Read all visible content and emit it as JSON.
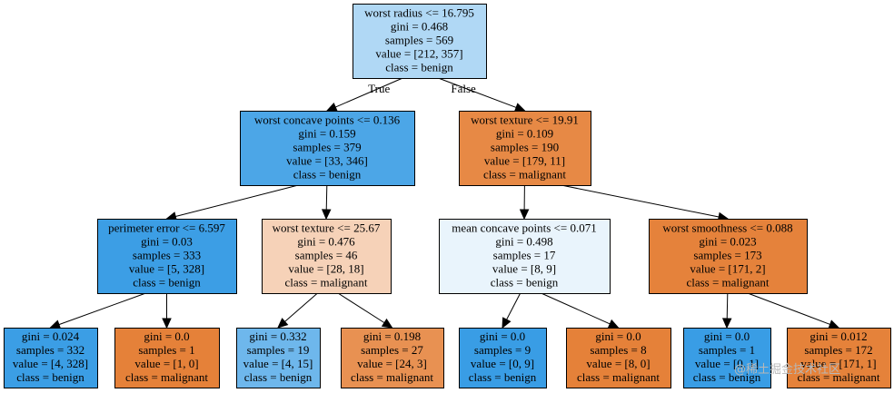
{
  "nodes": [
    {
      "id": "n0",
      "lines": [
        "worst radius <= 16.795",
        "gini = 0.468",
        "samples = 569",
        "value = [212, 357]",
        "class = benign"
      ],
      "fill": "#b0d8f5"
    },
    {
      "id": "n1",
      "lines": [
        "worst concave points <= 0.136",
        "gini = 0.159",
        "samples = 379",
        "value = [33, 346]",
        "class = benign"
      ],
      "fill": "#4ca6e7"
    },
    {
      "id": "n2",
      "lines": [
        "worst texture <= 19.91",
        "gini = 0.109",
        "samples = 190",
        "value = [179, 11]",
        "class = malignant"
      ],
      "fill": "#e78945"
    },
    {
      "id": "n3",
      "lines": [
        "perimeter error <= 6.597",
        "gini = 0.03",
        "samples = 333",
        "value = [5, 328]",
        "class = benign"
      ],
      "fill": "#3c9ee5"
    },
    {
      "id": "n4",
      "lines": [
        "worst texture <= 25.67",
        "gini = 0.476",
        "samples = 46",
        "value = [28, 18]",
        "class = malignant"
      ],
      "fill": "#f6d2b8"
    },
    {
      "id": "n5",
      "lines": [
        "mean concave points <= 0.071",
        "gini = 0.498",
        "samples = 17",
        "value = [8, 9]",
        "class = benign"
      ],
      "fill": "#e9f4fc"
    },
    {
      "id": "n6",
      "lines": [
        "worst smoothness <= 0.088",
        "gini = 0.023",
        "samples = 173",
        "value = [171, 2]",
        "class = malignant"
      ],
      "fill": "#e5823b"
    },
    {
      "id": "n7",
      "lines": [
        "gini = 0.024",
        "samples = 332",
        "value = [4, 328]",
        "class = benign"
      ],
      "fill": "#3b9ee5"
    },
    {
      "id": "n8",
      "lines": [
        "gini = 0.0",
        "samples = 1",
        "value = [1, 0]",
        "class = malignant"
      ],
      "fill": "#e58139"
    },
    {
      "id": "n9",
      "lines": [
        "gini = 0.332",
        "samples = 19",
        "value = [4, 15]",
        "class = benign"
      ],
      "fill": "#6eb7ec"
    },
    {
      "id": "n10",
      "lines": [
        "gini = 0.198",
        "samples = 27",
        "value = [24, 3]",
        "class = malignant"
      ],
      "fill": "#e89152"
    },
    {
      "id": "n11",
      "lines": [
        "gini = 0.0",
        "samples = 9",
        "value = [0, 9]",
        "class = benign"
      ],
      "fill": "#399de5"
    },
    {
      "id": "n12",
      "lines": [
        "gini = 0.0",
        "samples = 8",
        "value = [8, 0]",
        "class = malignant"
      ],
      "fill": "#e58139"
    },
    {
      "id": "n13",
      "lines": [
        "gini = 0.0",
        "samples = 1",
        "value = [0, 1]",
        "class = benign"
      ],
      "fill": "#399de5"
    },
    {
      "id": "n14",
      "lines": [
        "gini = 0.012",
        "samples = 172",
        "value = [171, 1]",
        "class = malignant"
      ],
      "fill": "#e5823a"
    }
  ],
  "edges": [
    {
      "from": "n0",
      "to": "n1",
      "label": "True"
    },
    {
      "from": "n0",
      "to": "n2",
      "label": "False"
    },
    {
      "from": "n1",
      "to": "n3",
      "label": ""
    },
    {
      "from": "n1",
      "to": "n4",
      "label": ""
    },
    {
      "from": "n2",
      "to": "n5",
      "label": ""
    },
    {
      "from": "n2",
      "to": "n6",
      "label": ""
    },
    {
      "from": "n3",
      "to": "n7",
      "label": ""
    },
    {
      "from": "n3",
      "to": "n8",
      "label": ""
    },
    {
      "from": "n4",
      "to": "n9",
      "label": ""
    },
    {
      "from": "n4",
      "to": "n10",
      "label": ""
    },
    {
      "from": "n5",
      "to": "n11",
      "label": ""
    },
    {
      "from": "n5",
      "to": "n12",
      "label": ""
    },
    {
      "from": "n6",
      "to": "n13",
      "label": ""
    },
    {
      "from": "n6",
      "to": "n14",
      "label": ""
    }
  ],
  "watermark": "@稀土掘金技术社区"
}
